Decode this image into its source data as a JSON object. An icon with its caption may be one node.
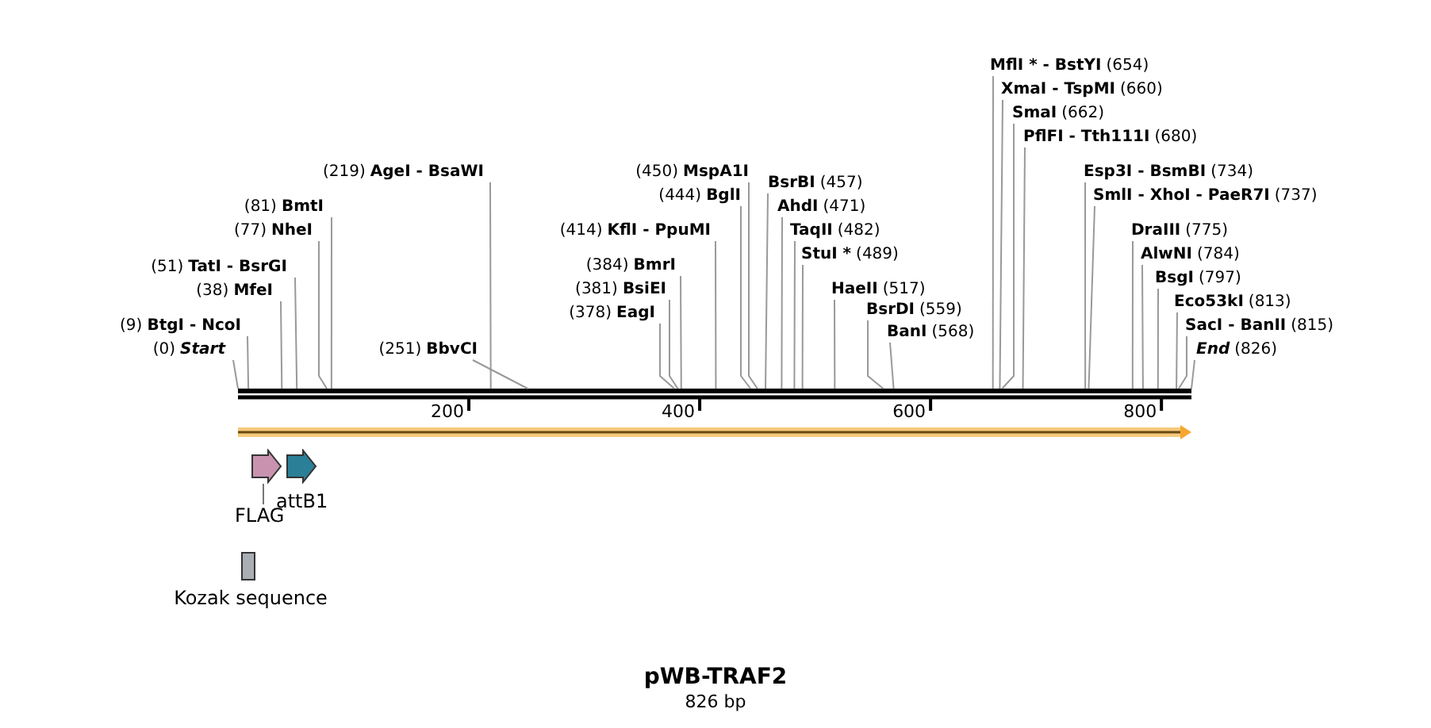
{
  "diagram": {
    "title": "pWB-TRAF2",
    "caption": "826 bp",
    "nodes": [
      {
        "text": [
          "(0)",
          "Start"
        ]
      },
      {
        "text": [
          "(9)",
          "BtgI - NcoI"
        ]
      },
      {
        "text": [
          "(38)",
          "MfeI"
        ]
      },
      {
        "text": [
          "(51)",
          "TatI - BsrGI"
        ]
      },
      {
        "text": [
          "(77)",
          "NheI"
        ]
      },
      {
        "text": [
          "(81)",
          "BmtI"
        ]
      },
      {
        "text": [
          "(219)",
          "AgeI - BsaWI"
        ]
      },
      {
        "text": [
          "(251)",
          "BbvCI"
        ]
      },
      {
        "text": [
          "(414)",
          "KflI - PpuMI"
        ]
      },
      {
        "text": [
          "(384)",
          "BmrI"
        ]
      },
      {
        "text": [
          "(381)",
          "BsiEI"
        ]
      },
      {
        "text": [
          "(378)",
          "EagI"
        ]
      },
      {
        "text": [
          "(450)",
          "MspA1I"
        ]
      },
      {
        "text": [
          "(444)",
          "BglI"
        ]
      },
      {
        "text": [
          "BsrBI",
          "(457)"
        ]
      },
      {
        "text": [
          "AhdI",
          "(471)"
        ]
      },
      {
        "text": [
          "TaqII",
          "(482)"
        ]
      },
      {
        "text": [
          "StuI *",
          "(489)"
        ]
      },
      {
        "text": [
          "HaeII",
          "(517)"
        ]
      },
      {
        "text": [
          "BsrDI",
          "(559)"
        ]
      },
      {
        "text": [
          "BanI",
          "(568)"
        ]
      },
      {
        "text": [
          "MflI * - BstYI",
          "(654)"
        ]
      },
      {
        "text": [
          "XmaI - TspMI",
          "(660)"
        ]
      },
      {
        "text": [
          "SmaI",
          "(662)"
        ]
      },
      {
        "text": [
          "PflFI - Tth111I",
          "(680)"
        ]
      },
      {
        "text": [
          "Esp3I - BsmBI",
          "(734)"
        ]
      },
      {
        "text": [
          "SmlI - XhoI - PaeR7I",
          "(737)"
        ]
      },
      {
        "text": [
          "DraIII",
          "(775)"
        ]
      },
      {
        "text": [
          "AlwNI",
          "(784)"
        ]
      },
      {
        "text": [
          "BsgI",
          "(797)"
        ]
      },
      {
        "text": [
          "Eco53kI",
          "(813)"
        ]
      },
      {
        "text": [
          "SacI - BanII",
          "(815)"
        ]
      },
      {
        "text": [
          "End",
          "(826)"
        ]
      },
      {
        "text": [
          "FLAG"
        ]
      },
      {
        "text": [],
        "shape": "arrow"
      },
      {
        "text": [
          "attB1"
        ]
      },
      {
        "text": [
          "Kozak sequence"
        ]
      }
    ],
    "edges": [
      {
        "from": 0,
        "to": null,
        "arrow": "none"
      },
      {
        "from": 1,
        "to": null,
        "arrow": "none"
      },
      {
        "from": 2,
        "to": null,
        "arrow": "none"
      },
      {
        "from": 3,
        "to": null,
        "arrow": "none"
      },
      {
        "from": 4,
        "to": null,
        "arrow": "none"
      },
      {
        "from": 5,
        "to": null,
        "arrow": "none"
      },
      {
        "from": 6,
        "to": null,
        "arrow": "none"
      },
      {
        "from": 7,
        "to": null,
        "arrow": "none"
      },
      {
        "from": 8,
        "to": null,
        "arrow": "none"
      },
      {
        "from": 9,
        "to": null,
        "arrow": "none"
      },
      {
        "from": 10,
        "to": null,
        "arrow": "none"
      },
      {
        "from": 11,
        "to": null,
        "arrow": "none"
      },
      {
        "from": 12,
        "to": null,
        "arrow": "none"
      },
      {
        "from": 13,
        "to": null,
        "arrow": "none"
      },
      {
        "from": 14,
        "to": null,
        "arrow": "none"
      },
      {
        "from": 15,
        "to": null,
        "arrow": "none"
      },
      {
        "from": 16,
        "to": null,
        "arrow": "none"
      },
      {
        "from": 17,
        "to": null,
        "arrow": "none"
      },
      {
        "from": 18,
        "to": null,
        "arrow": "none"
      },
      {
        "from": 19,
        "to": null,
        "arrow": "none"
      },
      {
        "from": 20,
        "to": null,
        "arrow": "none"
      },
      {
        "from": 21,
        "to": null,
        "arrow": "none"
      },
      {
        "from": 22,
        "to": null,
        "arrow": "none"
      },
      {
        "from": 23,
        "to": null,
        "arrow": "none"
      },
      {
        "from": 24,
        "to": null,
        "arrow": "none"
      },
      {
        "from": 25,
        "to": null,
        "arrow": "none"
      },
      {
        "from": 26,
        "to": null,
        "arrow": "none"
      },
      {
        "from": 27,
        "to": null,
        "arrow": "none"
      },
      {
        "from": 28,
        "to": null,
        "arrow": "none"
      },
      {
        "from": 29,
        "to": null,
        "arrow": "none"
      },
      {
        "from": 30,
        "to": null,
        "arrow": "none"
      },
      {
        "from": 31,
        "to": null,
        "arrow": "none"
      },
      {
        "from": 32,
        "to": null,
        "arrow": "none"
      },
      {
        "from": 33,
        "to": 34,
        "arrow": "none"
      }
    ],
    "labels": [
      "200",
      "400",
      "600",
      "800"
    ]
  }
}
